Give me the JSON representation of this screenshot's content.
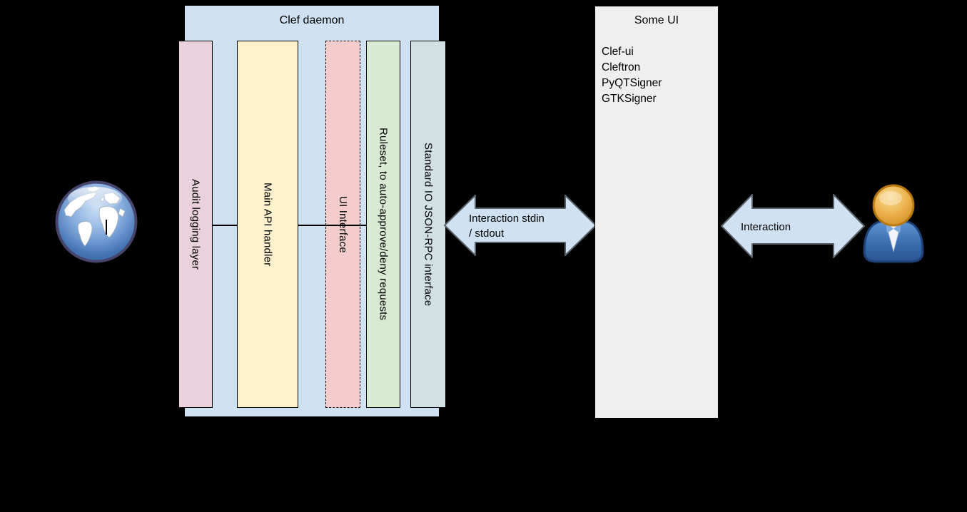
{
  "daemon": {
    "title": "Clef daemon",
    "background": "#cfe2f3",
    "layers": [
      {
        "label": "Audit logging layer",
        "color": "#ead1dc",
        "border": "solid"
      },
      {
        "label": "Main API handler",
        "color": "#fff2cc",
        "border": "solid"
      },
      {
        "label": "UI Interface",
        "color": "#f4cccc",
        "border": "dashed"
      },
      {
        "label": "Ruleset, to auto-approve/deny requests",
        "color": "#d9ead3",
        "border": "solid"
      },
      {
        "label": "Standard IO JSON-RPC interface",
        "color": "#d0e0e3",
        "border": "solid"
      }
    ]
  },
  "someui": {
    "title": "Some UI",
    "background": "#efefef",
    "items": [
      "Clef-ui",
      "Cleftron",
      "PyQTSigner",
      "GTKSigner"
    ]
  },
  "arrows": {
    "fill": "#cfe2f3",
    "stroke": "#59626b",
    "stdio": {
      "line1": "Interaction stdin",
      "line2": "/ stdout"
    },
    "user": {
      "label": "Interaction"
    }
  },
  "icons": {
    "left": "globe-icon",
    "right": "user-icon"
  },
  "canvas": {
    "background": "#000000"
  }
}
